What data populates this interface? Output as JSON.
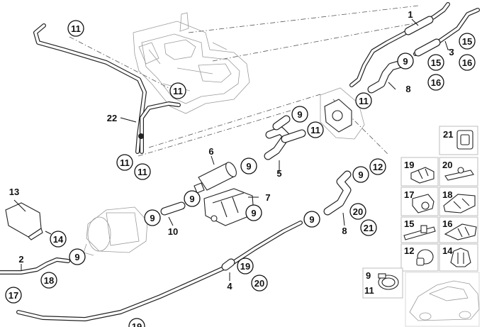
{
  "diagram": {
    "callouts": [
      {
        "id": "c11a",
        "label": "11"
      },
      {
        "id": "c11b",
        "label": "11"
      },
      {
        "id": "c11c",
        "label": "11"
      },
      {
        "id": "c11d",
        "label": "11"
      },
      {
        "id": "c11e",
        "label": "11"
      },
      {
        "id": "c11f",
        "label": "11"
      },
      {
        "id": "c9a",
        "label": "9"
      },
      {
        "id": "c9b",
        "label": "9"
      },
      {
        "id": "c9c",
        "label": "9"
      },
      {
        "id": "c9d",
        "label": "9"
      },
      {
        "id": "c9e",
        "label": "9"
      },
      {
        "id": "c9f",
        "label": "9"
      },
      {
        "id": "c9g",
        "label": "9"
      },
      {
        "id": "c9h",
        "label": "9"
      },
      {
        "id": "c9i",
        "label": "9"
      },
      {
        "id": "c15a",
        "label": "15"
      },
      {
        "id": "c15b",
        "label": "15"
      },
      {
        "id": "c16a",
        "label": "16"
      },
      {
        "id": "c16b",
        "label": "16"
      },
      {
        "id": "c12",
        "label": "12"
      },
      {
        "id": "c20a",
        "label": "20"
      },
      {
        "id": "c21",
        "label": "21"
      },
      {
        "id": "c14",
        "label": "14"
      },
      {
        "id": "c18",
        "label": "18"
      },
      {
        "id": "c17",
        "label": "17"
      },
      {
        "id": "c19a",
        "label": "19"
      },
      {
        "id": "c20b",
        "label": "20"
      },
      {
        "id": "c19b",
        "label": "19"
      }
    ],
    "plain_labels": [
      {
        "id": "p1",
        "label": "1"
      },
      {
        "id": "p3",
        "label": "3"
      },
      {
        "id": "p8a",
        "label": "8"
      },
      {
        "id": "p22",
        "label": "22"
      },
      {
        "id": "p6",
        "label": "6"
      },
      {
        "id": "p5",
        "label": "5"
      },
      {
        "id": "p7",
        "label": "7"
      },
      {
        "id": "p10",
        "label": "10"
      },
      {
        "id": "p13",
        "label": "13"
      },
      {
        "id": "p2",
        "label": "2"
      },
      {
        "id": "p4",
        "label": "4"
      },
      {
        "id": "p8b",
        "label": "8"
      }
    ],
    "tiles": [
      {
        "id": "t21",
        "label": "21"
      },
      {
        "id": "t19",
        "label": "19"
      },
      {
        "id": "t20",
        "label": "20"
      },
      {
        "id": "t17",
        "label": "17"
      },
      {
        "id": "t18",
        "label": "18"
      },
      {
        "id": "t15",
        "label": "15"
      },
      {
        "id": "t16",
        "label": "16"
      },
      {
        "id": "t12",
        "label": "12"
      },
      {
        "id": "t14",
        "label": "14"
      },
      {
        "id": "t9",
        "label": "9"
      },
      {
        "id": "t11",
        "label": "11"
      }
    ]
  }
}
